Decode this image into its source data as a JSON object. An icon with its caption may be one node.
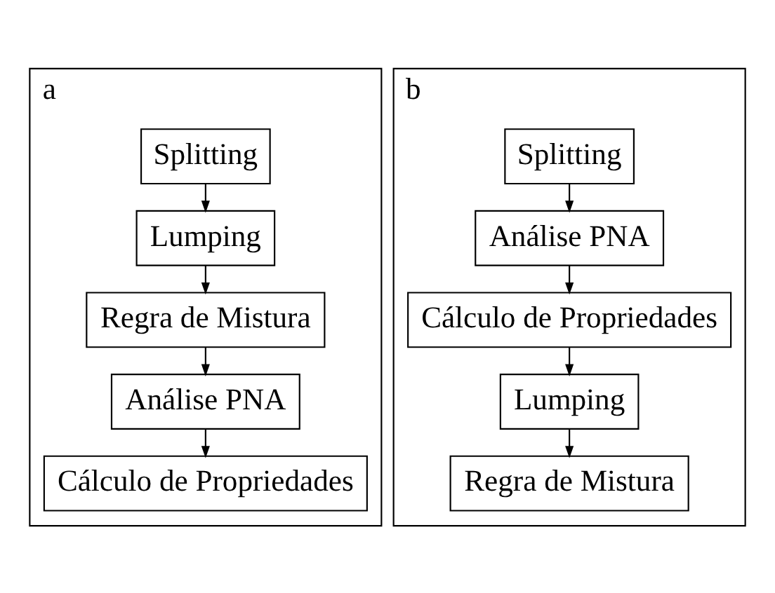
{
  "diagram": {
    "nodes": [
      {
        "text": [
          "a"
        ]
      },
      {
        "text": [
          "Splitting"
        ],
        "in": 0
      },
      {
        "text": [
          "Lumping"
        ],
        "in": 0
      },
      {
        "text": [
          "Regra de Mistura"
        ],
        "in": 0
      },
      {
        "text": [
          "Análise PNA"
        ],
        "in": 0
      },
      {
        "text": [
          "Cálculo de Propriedades"
        ],
        "in": 0
      },
      {
        "text": [
          "b"
        ]
      },
      {
        "text": [
          "Splitting"
        ],
        "in": 6
      },
      {
        "text": [
          "Análise PNA"
        ],
        "in": 6
      },
      {
        "text": [
          "Cálculo de Propriedades"
        ],
        "in": 6
      },
      {
        "text": [
          "Lumping"
        ],
        "in": 6
      },
      {
        "text": [
          "Regra de Mistura"
        ],
        "in": 6
      }
    ],
    "edges": [
      {
        "from": 1,
        "to": 2,
        "arrow": "to"
      },
      {
        "from": 2,
        "to": 3,
        "arrow": "to"
      },
      {
        "from": 3,
        "to": 4,
        "arrow": "to"
      },
      {
        "from": 4,
        "to": 5,
        "arrow": "to"
      },
      {
        "from": 7,
        "to": 8,
        "arrow": "to"
      },
      {
        "from": 8,
        "to": 9,
        "arrow": "to"
      },
      {
        "from": 9,
        "to": 10,
        "arrow": "to"
      },
      {
        "from": 10,
        "to": 11,
        "arrow": "to"
      }
    ]
  }
}
